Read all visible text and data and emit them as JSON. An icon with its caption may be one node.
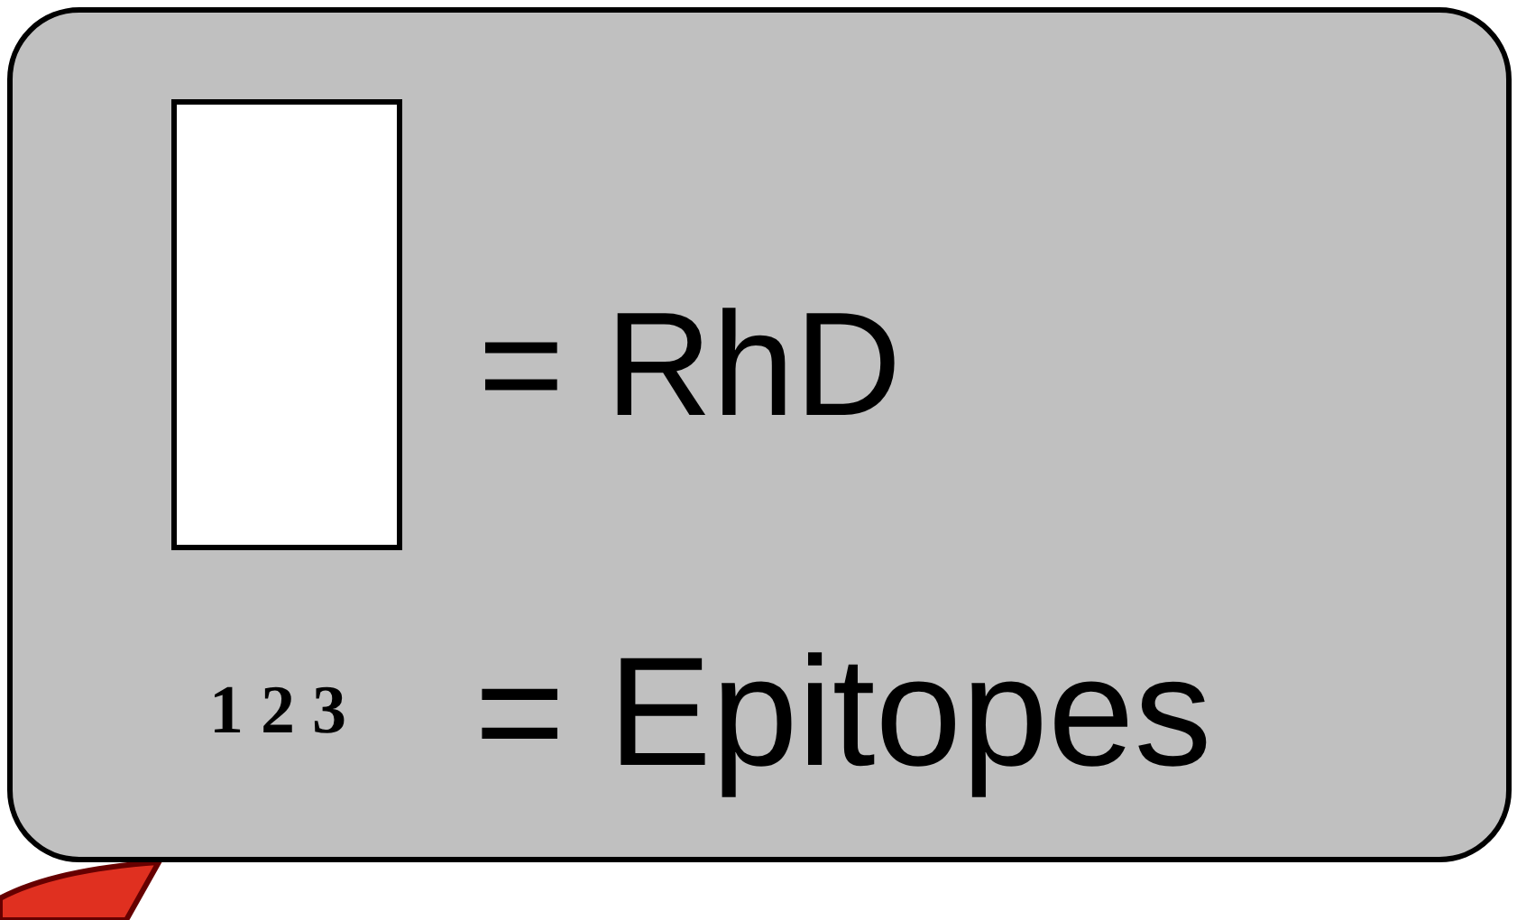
{
  "diagram": {
    "legend": [
      {
        "text": "= RhD",
        "color": "#ffffff"
      },
      {
        "text": "= Epitopes"
      }
    ],
    "labels": [
      "1 2 3"
    ]
  }
}
